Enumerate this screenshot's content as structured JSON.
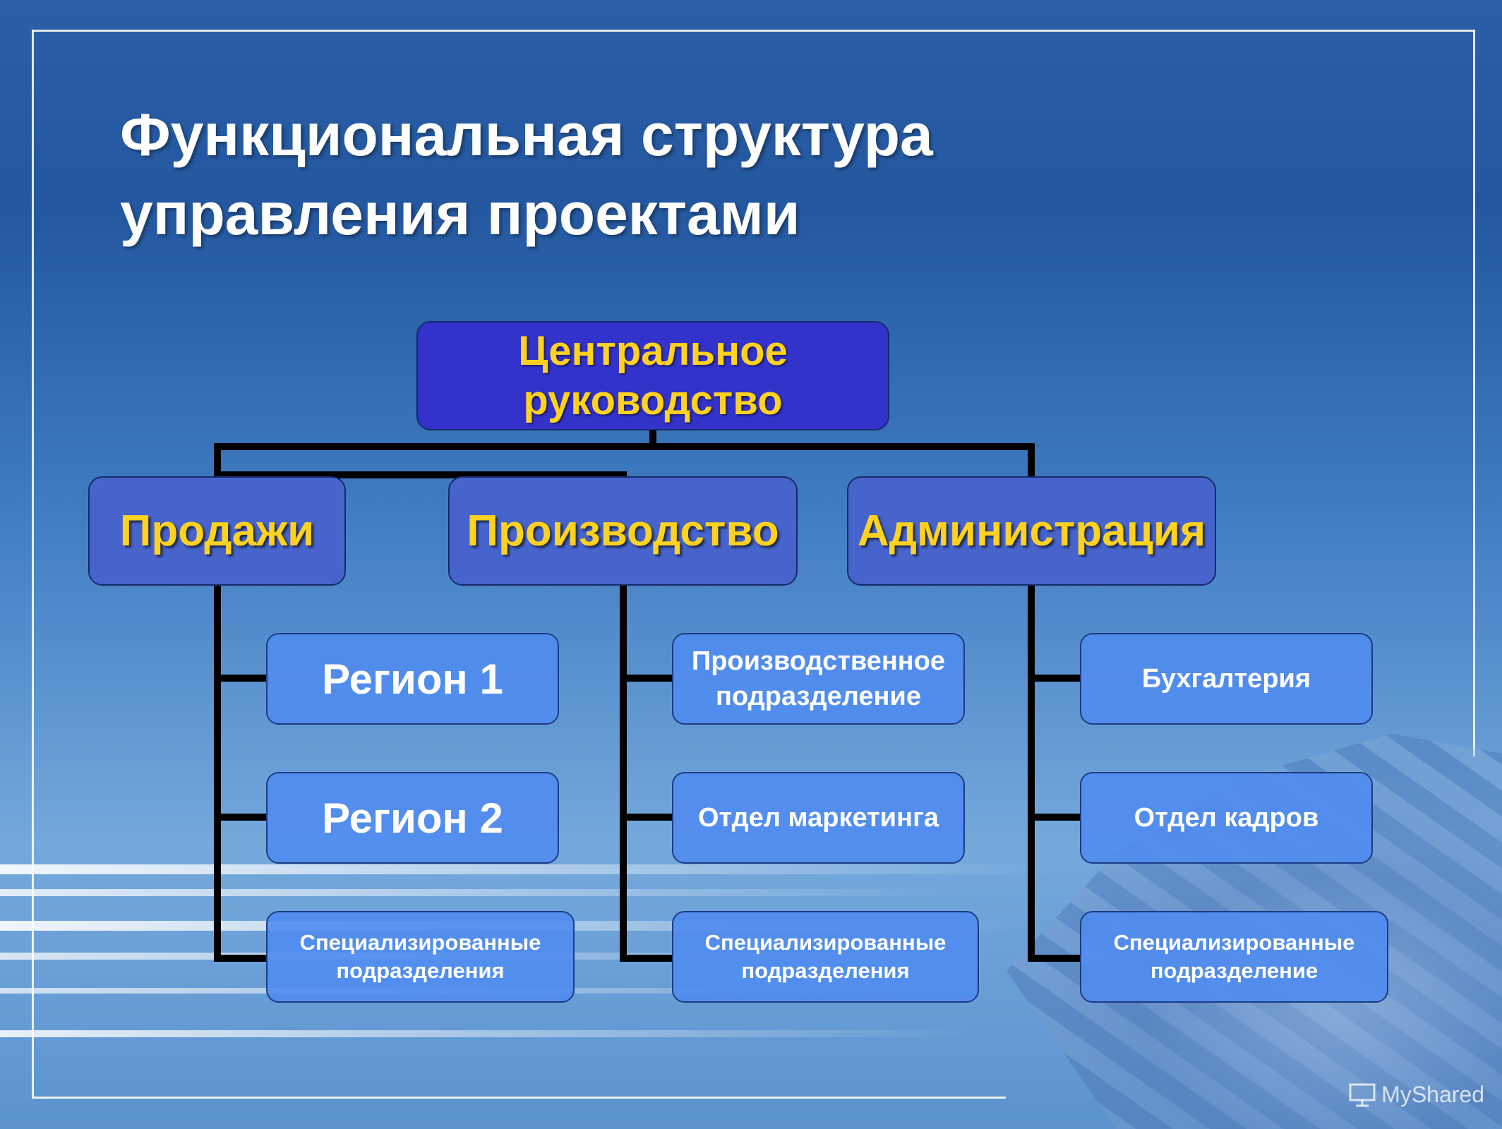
{
  "title": {
    "line1": "Функциональная структура",
    "line2": "управления проектами"
  },
  "diagram": {
    "root": {
      "line1": "Центральное",
      "line2": "руководство"
    },
    "branches": [
      {
        "label": "Продажи",
        "children": [
          {
            "line1": "Регион 1"
          },
          {
            "line1": "Регион 2"
          },
          {
            "line1": "Специализированные",
            "line2": "подразделения"
          }
        ]
      },
      {
        "label": "Производство",
        "children": [
          {
            "line1": "Производственное",
            "line2": "подразделение"
          },
          {
            "line1": "Отдел маркетинга"
          },
          {
            "line1": "Специализированные",
            "line2": "подразделения"
          }
        ]
      },
      {
        "label": "Администрация",
        "children": [
          {
            "line1": "Бухгалтерия"
          },
          {
            "line1": "Отдел кадров"
          },
          {
            "line1": "Специализированные",
            "line2": "подразделение"
          }
        ]
      }
    ]
  },
  "watermark": {
    "text": "MyShared",
    "icon": "presentation-icon"
  },
  "colors": {
    "root_fill": "#3333cc",
    "branch_fill": "#4664cc",
    "leaf_fill": "#508cf0",
    "heading_text": "#ffd21f",
    "connector": "#000000"
  }
}
